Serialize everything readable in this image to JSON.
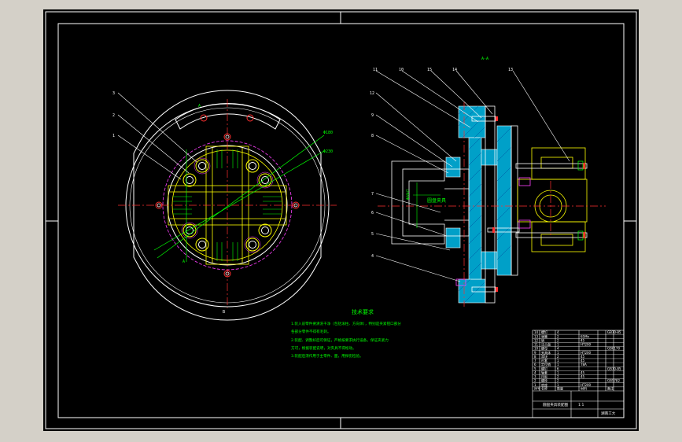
{
  "colors": {
    "window_bg": "#d4d0c8",
    "canvas_bg": "#000000",
    "frame": "#ffffff",
    "centerline": "#ff3030",
    "section_fill": "#00a0c8",
    "part_outline": "#ffff00",
    "dim_text": "#00ff00",
    "leader": "#ffffff",
    "magenta": "#ff40ff"
  },
  "drawing": {
    "section_view_label": "A-A",
    "section_mark_top": "A",
    "section_mark_left": "A",
    "section_mark_bottom": "B",
    "front_callouts": [
      "3",
      "2",
      "1"
    ],
    "front_right_callouts": [
      "Φ180",
      "Φ230"
    ],
    "side_callouts_top": [
      "11",
      "10",
      "15",
      "14",
      "13"
    ],
    "side_callouts_left": [
      "12",
      "9",
      "8",
      "7",
      "6",
      "5",
      "4"
    ],
    "center_label_1": "Φ60H7",
    "center_label_2": "圆盘夹具"
  },
  "requirements": {
    "title": "技术要求",
    "lines": [
      "1.装入前零件要清洗干净（包括滚柱、方向体），特别是夹紧钳口部分",
      "各部分零件不得有毛刺。",
      "2.装配、调整好后可保证，严格按要求执行设备，保证夹紧力",
      "方可，根据装配说明，对夹具不得松动。",
      "3.装配后须作用于主零件、面，用探伤检验。"
    ]
  },
  "title_block": {
    "rows": [
      [
        "14",
        "螺钉",
        "4",
        "",
        "GB70-85"
      ],
      [
        "13",
        "弹簧",
        "2",
        "65Mn",
        ""
      ],
      [
        "12",
        "销",
        "2",
        "45",
        ""
      ],
      [
        "11",
        "法兰盘",
        "1",
        "HT200",
        ""
      ],
      [
        "10",
        "螺母",
        "4",
        "",
        "GB6170"
      ],
      [
        "9",
        "夹具体",
        "1",
        "HT200",
        ""
      ],
      [
        "8",
        "滑块",
        "2",
        "45",
        ""
      ],
      [
        "7",
        "衬套",
        "1",
        "45",
        ""
      ],
      [
        "6",
        "定位销",
        "1",
        "T8A",
        ""
      ],
      [
        "5",
        "螺钉",
        "6",
        "",
        "GB70-85"
      ],
      [
        "4",
        "轴套",
        "1",
        "45",
        ""
      ],
      [
        "3",
        "压板",
        "2",
        "45",
        ""
      ],
      [
        "2",
        "螺栓",
        "2",
        "",
        "GB5782"
      ],
      [
        "1",
        "底座",
        "1",
        "HT200",
        ""
      ]
    ],
    "header": [
      "序号",
      "名称",
      "数量",
      "材料",
      "备注"
    ],
    "drawing_name": "圆盘夹具装配图",
    "school": "湖南工大",
    "scale": "1:1"
  }
}
